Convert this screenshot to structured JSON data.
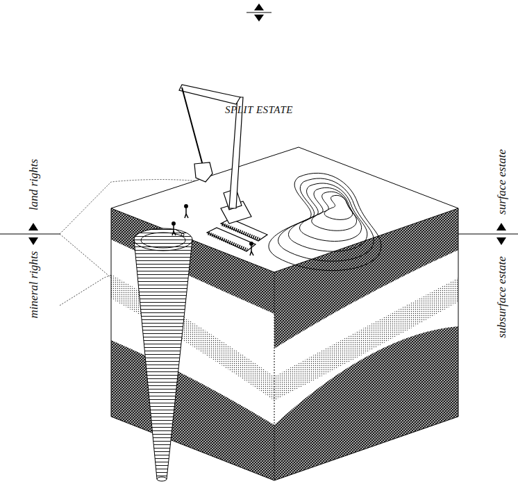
{
  "diagram": {
    "title": "SPLIT ESTATE",
    "labels": [
      "land rights",
      "mineral rights",
      "surface estate",
      "subsurface estate"
    ]
  }
}
